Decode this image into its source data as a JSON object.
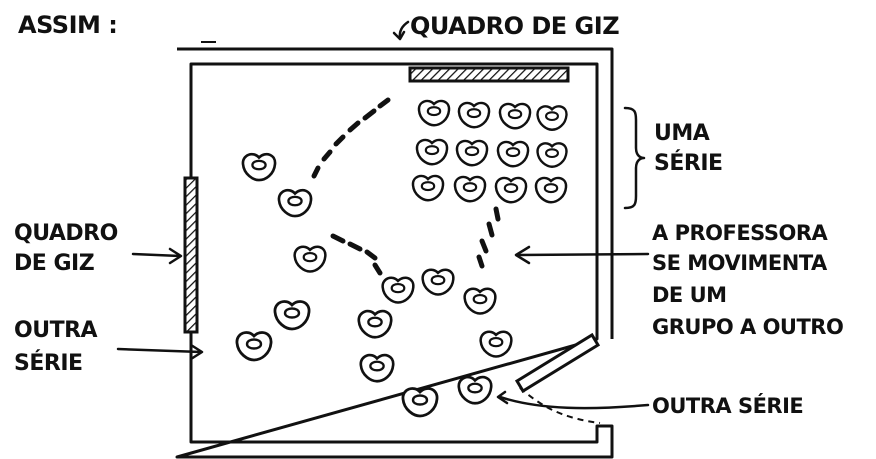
{
  "labels": {
    "assim": "ASSIM :",
    "quadro_top": "QUADRO DE GIZ",
    "quadro_left_line1": "QUADRO",
    "quadro_left_line2": "DE GIZ",
    "uma_serie_line1": "UMA",
    "uma_serie_line2": "SÉRIE",
    "professora_line1": "A PROFESSORA",
    "professora_line2": "SE MOVIMENTA",
    "professora_line3": "DE UM",
    "professora_line4": "GRUPO A OUTRO",
    "outra_serie_left_line1": "OUTRA",
    "outra_serie_left_line2": "SÉRIE",
    "outra_serie_right": "OUTRA SÉRIE"
  }
}
